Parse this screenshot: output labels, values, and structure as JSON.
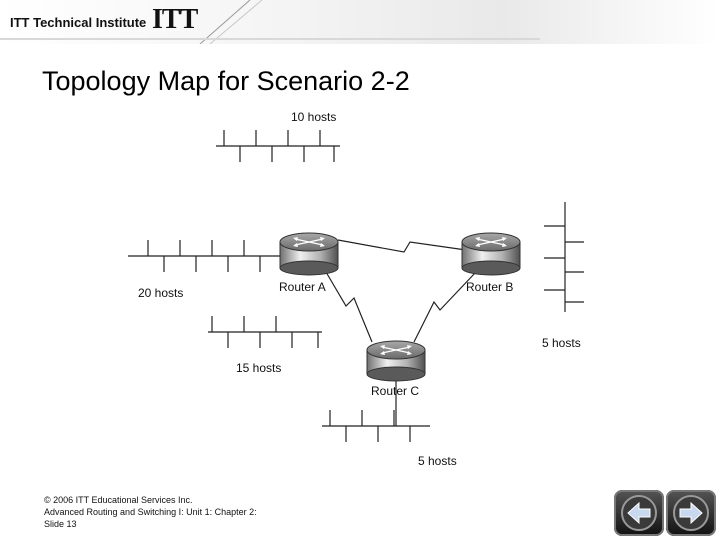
{
  "header": {
    "institute": "ITT Technical Institute",
    "logo_mark": "ITT"
  },
  "slide": {
    "title": "Topology Map for Scenario 2-2"
  },
  "diagram": {
    "routers": [
      {
        "label": "Router A"
      },
      {
        "label": "Router B"
      },
      {
        "label": "Router C"
      }
    ],
    "lans": [
      {
        "label": "10 hosts"
      },
      {
        "label": "20 hosts"
      },
      {
        "label": "15 hosts"
      },
      {
        "label": "5 hosts"
      },
      {
        "label": "5 hosts"
      }
    ]
  },
  "footer": {
    "copyright": "© 2006 ITT Educational Services Inc.",
    "course": "Advanced Routing and Switching I: Unit 1: Chapter 2:",
    "slide": "Slide 13"
  },
  "nav": {
    "prev_icon": "left-arrow-icon",
    "next_icon": "right-arrow-icon"
  }
}
